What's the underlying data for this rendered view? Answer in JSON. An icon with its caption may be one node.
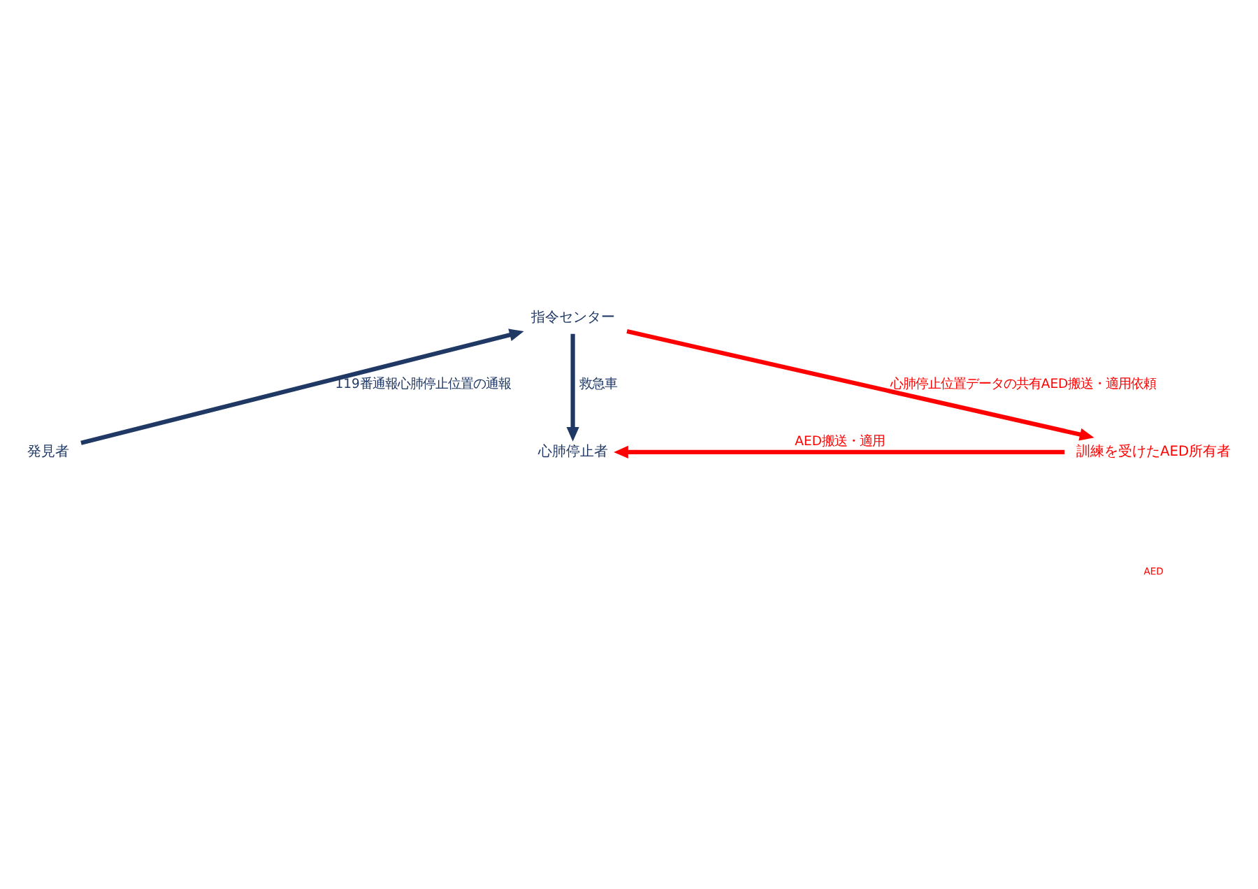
{
  "diagram": {
    "nodes": [
      {
        "text": [
          "指令センター"
        ]
      },
      {
        "text": [
          "発見者"
        ]
      },
      {
        "text": [
          "心肺停止者"
        ]
      },
      {
        "text": [
          "訓練を受けたAED所有者"
        ]
      }
    ],
    "edges": [
      {
        "from": 1,
        "to": 0,
        "arrow": "to",
        "label": "119番通報心肺停止位置の通報",
        "color": "#1f3864"
      },
      {
        "from": 0,
        "to": 2,
        "arrow": "to",
        "label": "救急車",
        "color": "#1f3864"
      },
      {
        "from": 0,
        "to": 3,
        "arrow": "to",
        "label": "心肺停止位置データの共有AED搬送・適用依頼",
        "color": "#ff0000"
      },
      {
        "from": 3,
        "to": 2,
        "arrow": "to",
        "label": "AED搬送・適用",
        "color": "#ff0000"
      }
    ],
    "labels": [
      "AED"
    ]
  }
}
